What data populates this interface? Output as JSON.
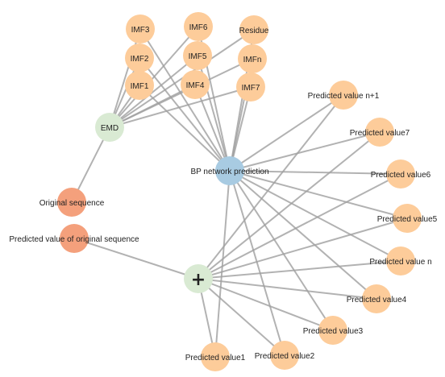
{
  "colors": {
    "imf": "#fdcc9a",
    "emd": "#d9ead3",
    "bp": "#a8cbe2",
    "original": "#f4a07c",
    "plus": "#d9ead3",
    "predicted": "#fdcc9a",
    "edge": "#a0a0a0"
  },
  "nodes": [
    {
      "id": "imf3",
      "label": "IMF3",
      "group": "imf"
    },
    {
      "id": "imf6",
      "label": "IMF6",
      "group": "imf"
    },
    {
      "id": "residue",
      "label": "Residue",
      "group": "imf"
    },
    {
      "id": "imf2",
      "label": "IMF2",
      "group": "imf"
    },
    {
      "id": "imf5",
      "label": "IMF5",
      "group": "imf"
    },
    {
      "id": "imfn",
      "label": "IMFn",
      "group": "imf"
    },
    {
      "id": "imf1",
      "label": "IMF1",
      "group": "imf"
    },
    {
      "id": "imf4",
      "label": "IMF4",
      "group": "imf"
    },
    {
      "id": "imf7",
      "label": "IMF7",
      "group": "imf"
    },
    {
      "id": "emd",
      "label": "EMD",
      "group": "emd"
    },
    {
      "id": "bp",
      "label": "BP network prediction",
      "group": "bp"
    },
    {
      "id": "orig",
      "label": "Original sequence",
      "group": "original"
    },
    {
      "id": "pred_orig",
      "label": "Predicted value of original sequence",
      "group": "original"
    },
    {
      "id": "plus",
      "label": "+",
      "group": "plus"
    },
    {
      "id": "pv_n1",
      "label": "Predicted value n+1",
      "group": "predicted"
    },
    {
      "id": "pv7",
      "label": "Predicted value7",
      "group": "predicted"
    },
    {
      "id": "pv6",
      "label": "Predicted value6",
      "group": "predicted"
    },
    {
      "id": "pv5",
      "label": "Predicted value5",
      "group": "predicted"
    },
    {
      "id": "pv_n",
      "label": "Predicted value n",
      "group": "predicted"
    },
    {
      "id": "pv4",
      "label": "Predicted value4",
      "group": "predicted"
    },
    {
      "id": "pv3",
      "label": "Predicted value3",
      "group": "predicted"
    },
    {
      "id": "pv2",
      "label": "Predicted value2",
      "group": "predicted"
    },
    {
      "id": "pv1",
      "label": "Predicted value1",
      "group": "predicted"
    }
  ],
  "edges": [
    [
      "emd",
      "imf1"
    ],
    [
      "emd",
      "imf2"
    ],
    [
      "emd",
      "imf3"
    ],
    [
      "emd",
      "imf4"
    ],
    [
      "emd",
      "imf5"
    ],
    [
      "emd",
      "imf6"
    ],
    [
      "emd",
      "imf7"
    ],
    [
      "emd",
      "imfn"
    ],
    [
      "emd",
      "residue"
    ],
    [
      "bp",
      "imf1"
    ],
    [
      "bp",
      "imf2"
    ],
    [
      "bp",
      "imf3"
    ],
    [
      "bp",
      "imf4"
    ],
    [
      "bp",
      "imf5"
    ],
    [
      "bp",
      "imf6"
    ],
    [
      "bp",
      "imf7"
    ],
    [
      "bp",
      "imfn"
    ],
    [
      "bp",
      "residue"
    ],
    [
      "bp",
      "pv_n1"
    ],
    [
      "bp",
      "pv7"
    ],
    [
      "bp",
      "pv6"
    ],
    [
      "bp",
      "pv5"
    ],
    [
      "bp",
      "pv_n"
    ],
    [
      "bp",
      "pv4"
    ],
    [
      "bp",
      "pv3"
    ],
    [
      "bp",
      "pv2"
    ],
    [
      "bp",
      "pv1"
    ],
    [
      "plus",
      "pv_n1"
    ],
    [
      "plus",
      "pv7"
    ],
    [
      "plus",
      "pv6"
    ],
    [
      "plus",
      "pv5"
    ],
    [
      "plus",
      "pv_n"
    ],
    [
      "plus",
      "pv4"
    ],
    [
      "plus",
      "pv3"
    ],
    [
      "plus",
      "pv2"
    ],
    [
      "plus",
      "pv1"
    ],
    [
      "emd",
      "orig"
    ],
    [
      "plus",
      "pred_orig"
    ]
  ]
}
